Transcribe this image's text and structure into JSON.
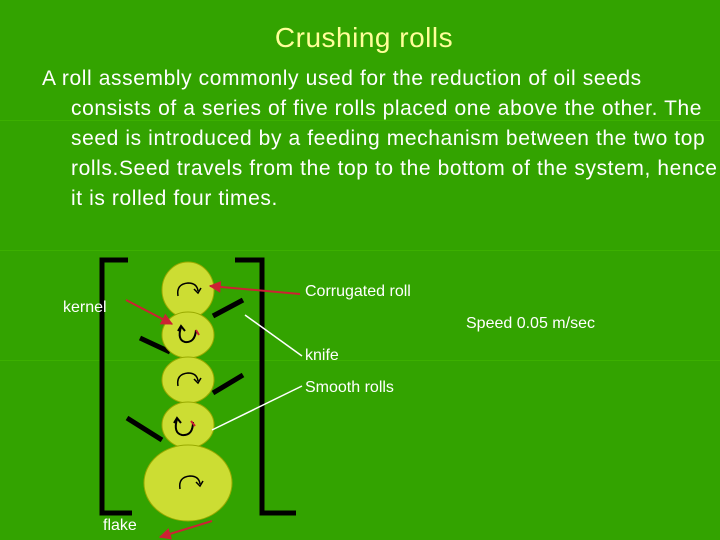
{
  "slide": {
    "title": "Crushing rolls",
    "paragraph": "A roll assembly commonly used for the reduction of oil seeds consists of a series of five rolls placed one above the other. The seed is introduced by a feeding mechanism between the two top rolls.Seed travels from the top to the bottom of the system, hence it is rolled four times."
  },
  "diagram": {
    "labels": {
      "corrugated_roll": "Corrugated roll",
      "kernel": "kernel",
      "speed": "Speed 0.05 m/sec",
      "knife": "knife",
      "smooth_rolls": "Smooth rolls",
      "flake": "flake"
    },
    "colors": {
      "roll_fill": "#ccdd33",
      "roll_stroke": "#99aa00",
      "arrow_red": "#cc2233",
      "frame": "#000000"
    }
  }
}
